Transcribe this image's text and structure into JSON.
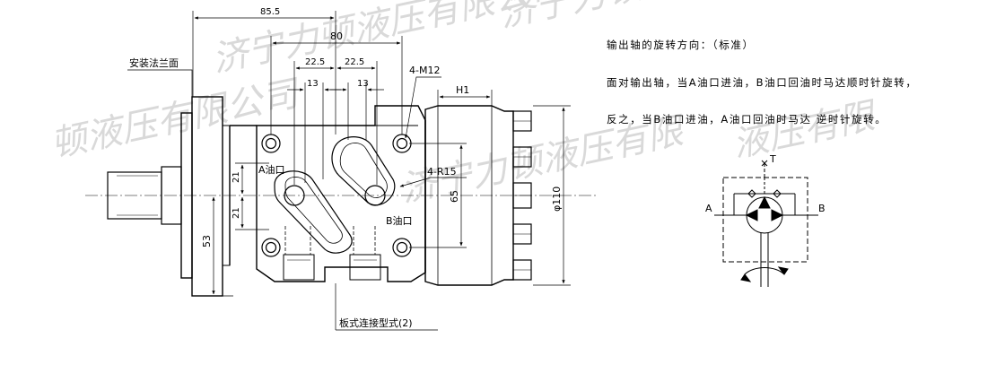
{
  "dims": {
    "d85_5": "85.5",
    "d80": "80",
    "d22_5a": "22.5",
    "d22_5b": "22.5",
    "d13a": "13",
    "d13b": "13",
    "d21a": "21",
    "d21b": "21",
    "d53": "53",
    "d65": "65",
    "d110": "φ110",
    "h1": "H1"
  },
  "labels": {
    "flange": "安装法兰面",
    "threads": "4-M12",
    "radius": "4-R15",
    "port_a": "A油口",
    "port_b": "B油口",
    "plate": "板式连接型式(2)"
  },
  "notes": {
    "line1": "输出轴的旋转方向：（标准）",
    "line2": "面对输出轴，当A油口进油，B油口回油时马达顺时针旋转，",
    "line3": "反之，当B油口进油，A油口回油时马达 逆时针旋转。"
  },
  "symbol": {
    "t": "T",
    "a": "A",
    "b": "B"
  },
  "watermark": {
    "w1": "济宁力顿液压有限公司",
    "w2": "顿液压有限公司",
    "w3": "济宁力顿液压有限",
    "w4": "济宁力顿",
    "w5": "液压有限"
  }
}
